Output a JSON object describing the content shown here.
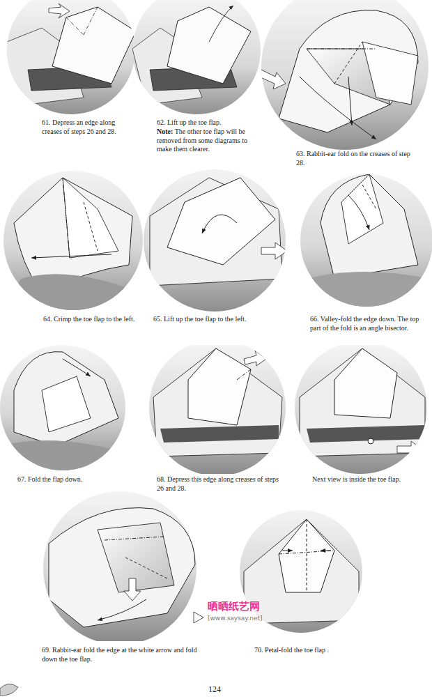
{
  "diagram": {
    "labels": [
      "61. Depress an edge along creases of steps 26 and 28.",
      "62. Lift up the toe flap.",
      "Note:",
      "The other toe flap will be removed from some diagrams to make them clearer.",
      "63. Rabbit-ear fold on the creases of step 28.",
      "64. Crimp the toe flap to the left.",
      "65. Lift up the toe flap to the left.",
      "66. Valley-fold the edge down. The top part of the fold is an angle bisector.",
      "67. Fold the flap down.",
      "68. Depress this edge along creases of steps 26 and 28.",
      "Next view is inside the toe flap.",
      "69. Rabbit-ear fold the edge at the white arrow and fold down the toe flap.",
      "70. Petal-fold the toe flap .",
      "晒晒纸艺网",
      "[www.saysay.net]",
      "124"
    ]
  }
}
